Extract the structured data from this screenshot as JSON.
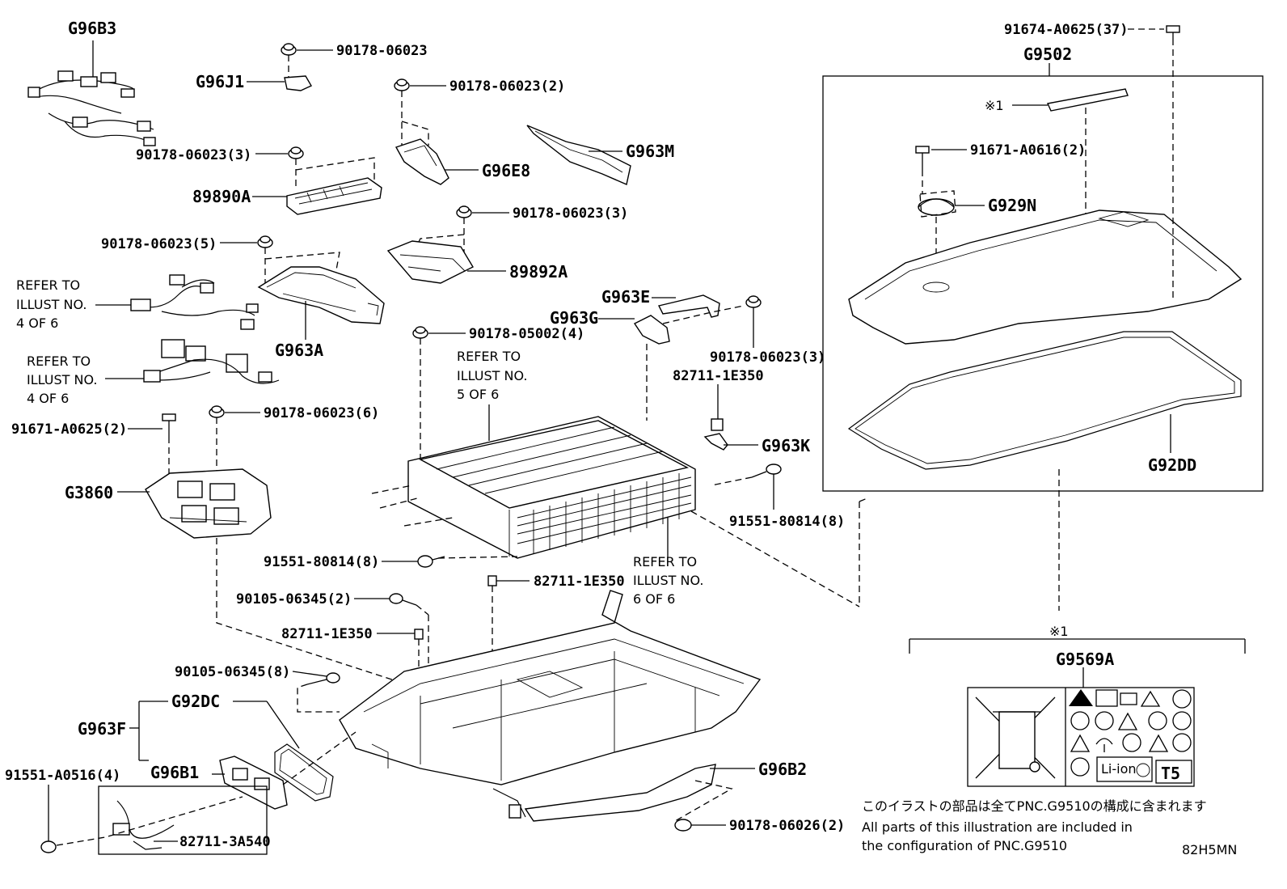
{
  "labels": {
    "g96b3": "G96B3",
    "p90178_06023_a": "90178-06023",
    "g96j1": "G96J1",
    "p90178_06023_2": "90178-06023(2)",
    "g963m": "G963M",
    "p90178_06023_3a": "90178-06023(3)",
    "g96e8": "G96E8",
    "p89890a": "89890A",
    "p90178_06023_3b": "90178-06023(3)",
    "p90178_06023_5": "90178-06023(5)",
    "p89892a": "89892A",
    "g963e": "G963E",
    "g963g": "G963G",
    "g963a": "G963A",
    "p90178_05002_4": "90178-05002(4)",
    "p90178_06023_3c": "90178-06023(3)",
    "p82711_1e350_a": "82711-1E350",
    "p91671_a0625_2": "91671-A0625(2)",
    "p90178_06023_6": "90178-06023(6)",
    "g963k": "G963K",
    "g3860": "G3860",
    "p91551_80814_8a": "91551-80814(8)",
    "p91551_80814_8b": "91551-80814(8)",
    "p82711_1e350_b": "82711-1E350",
    "p90105_06345_2": "90105-06345(2)",
    "p82711_1e350_c": "82711-1E350",
    "p90105_06345_8": "90105-06345(8)",
    "g92dc": "G92DC",
    "g963f": "G963F",
    "g96b1": "G96B1",
    "g96b2": "G96B2",
    "p91551_a0516_4": "91551-A0516(4)",
    "p82711_3a540": "82711-3A540",
    "p90178_06026_2": "90178-06026(2)",
    "p91674_a0625_37": "91674-A0625(37)",
    "g9502": "G9502",
    "mark1_small": "※1",
    "p91671_a0616_2": "91671-A0616(2)",
    "g929n": "G929N",
    "g92dd": "G92DD",
    "mark1": "※1",
    "g9569a": "G9569A"
  },
  "refer_notes": {
    "r46a": [
      "REFER TO",
      "ILLUST NO.",
      "4 OF 6"
    ],
    "r46b": [
      "REFER TO",
      "ILLUST NO.",
      "4 OF 6"
    ],
    "r56": [
      "REFER TO",
      "ILLUST NO.",
      "5 OF 6"
    ],
    "r66": [
      "REFER TO",
      "ILLUST NO.",
      "6 OF 6"
    ]
  },
  "label_sign": {
    "li_ion": "Li-ion",
    "t5": "T5"
  },
  "footnote": {
    "jp": "このイラストの部品は全てPNC.G9510の構成に含まれます",
    "en1": "All parts of this illustration are included in",
    "en2": "the configuration of PNC.G9510",
    "code": "82H5MN"
  }
}
